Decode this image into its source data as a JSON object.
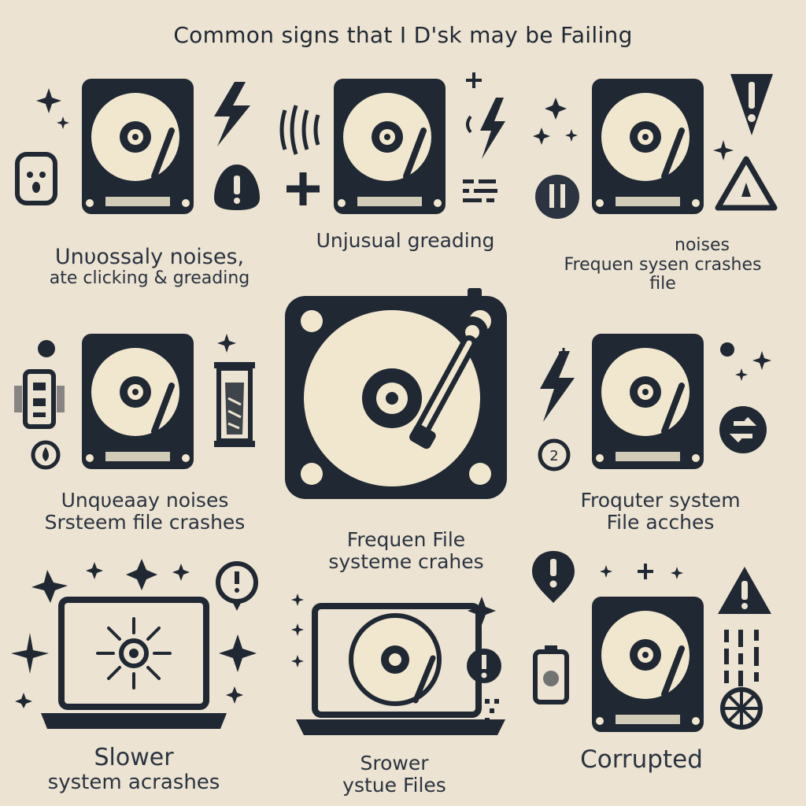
{
  "title": "Common signs that I D'sk may be Failing",
  "captions": {
    "top_left": [
      "Unυossaly noises,",
      "ate clicking & greading"
    ],
    "top_center": [
      "Unjusual greading"
    ],
    "top_right": [
      "noises",
      "Frequen sysen crashes",
      "file"
    ],
    "mid_left": [
      "Unqυeaay noises",
      "Srsteem file crashes"
    ],
    "mid_center": [
      "Frequen File",
      "systeme crahes"
    ],
    "mid_right": [
      "Froquter system",
      "File acches"
    ],
    "bottom_left": [
      "Slower",
      "system acrashes"
    ],
    "bottom_center": [
      "Srower",
      "ystue Files"
    ],
    "bottom_right": [
      "Corrupted"
    ]
  },
  "colors": {
    "background": "#ece3d2",
    "ink": "#1f2833",
    "platter": "#f1e7cf"
  },
  "icons": [
    "hard-drive-icon",
    "laptop-icon",
    "lightning-icon",
    "warning-triangle-icon",
    "exclamation-badge-icon",
    "sound-waves-icon",
    "sparkle-icon",
    "hourglass-icon",
    "battery-icon"
  ]
}
